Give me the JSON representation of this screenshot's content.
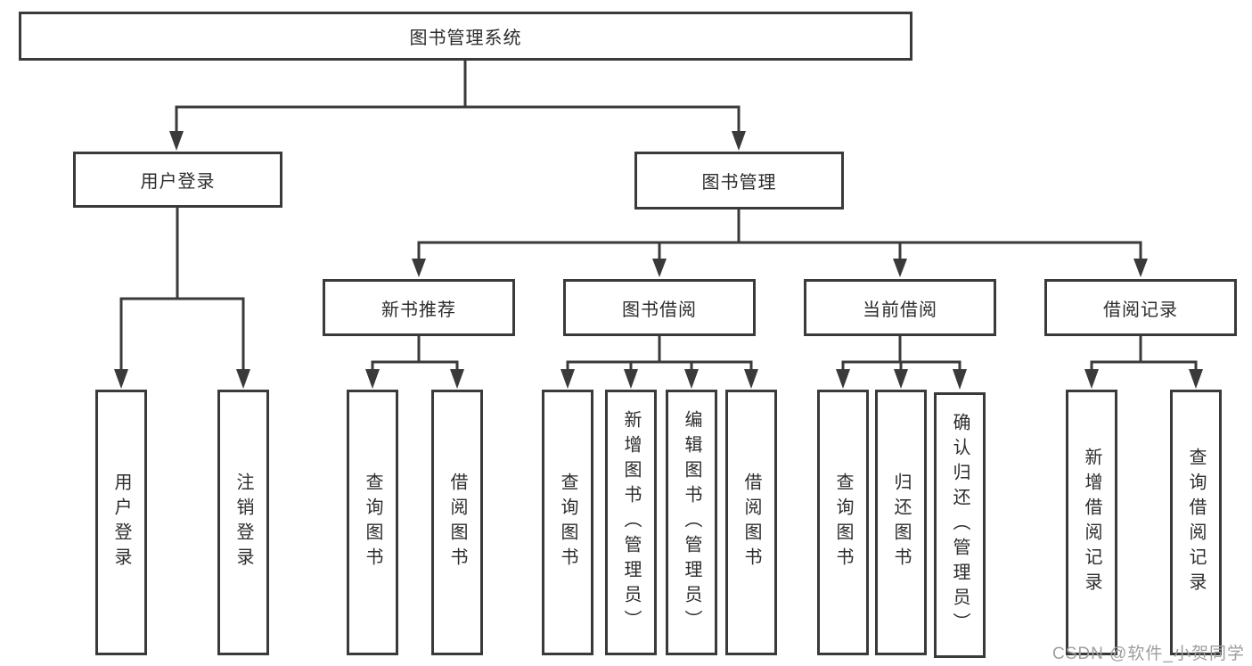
{
  "diagram": {
    "type": "tree",
    "root": "图书管理系统",
    "branches": [
      {
        "label": "用户登录",
        "children": [
          "用户登录",
          "注销登录"
        ]
      },
      {
        "label": "图书管理",
        "groups": [
          {
            "label": "新书推荐",
            "children": [
              "查询图书",
              "借阅图书"
            ]
          },
          {
            "label": "图书借阅",
            "children": [
              "查询图书",
              "新增图书（管理员）",
              "编辑图书（管理员）",
              "借阅图书"
            ]
          },
          {
            "label": "当前借阅",
            "children": [
              "查询图书",
              "归还图书",
              "确认归还（管理员）"
            ]
          },
          {
            "label": "借阅记录",
            "children": [
              "新增借阅记录",
              "查询借阅记录"
            ]
          }
        ]
      }
    ],
    "colors": {
      "line": "#3a3a3a",
      "text": "#2d2d2d",
      "watermark": "#9e9e9e",
      "background": "#ffffff"
    },
    "watermark": "CSDN @软件_小贺同学"
  }
}
